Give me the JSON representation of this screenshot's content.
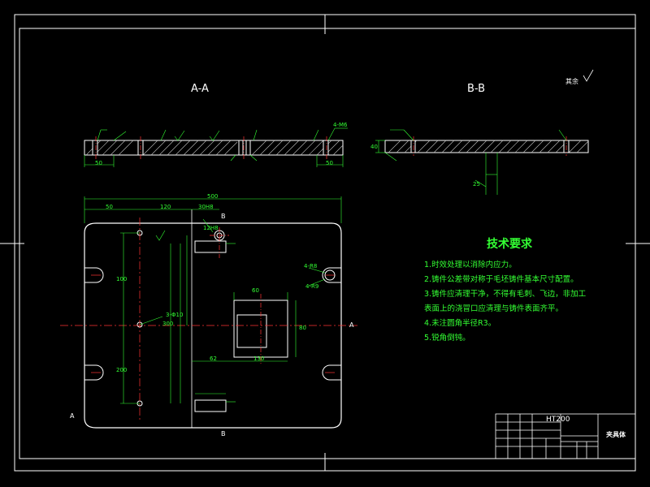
{
  "views": {
    "section_aa": "A-A",
    "section_bb": "B-B"
  },
  "roughness_note": "其余",
  "tech_requirements": {
    "title": "技术要求",
    "items": [
      "1.时效处理以消除内应力。",
      "2.铸件公差带对称于毛坯铸件基本尺寸配置。",
      "3.铸件应清理干净，不得有毛刺、飞边，非加工",
      "表面上的浇冒口应清理与铸件表面齐平。",
      "4.未注圆角半径R3。",
      "5.锐角倒钝。"
    ]
  },
  "title_block": {
    "material": "HT200",
    "part_name": "夹具体"
  },
  "dimensions": {
    "overall_width": "500",
    "d50_left": "50",
    "d120": "120",
    "d30h8": "30H8",
    "d60": "60",
    "d80": "80",
    "d62": "62",
    "d130": "130",
    "d100": "100",
    "d200": "200",
    "d300": "300",
    "d12h8": "12H8",
    "d3phi10": "3-Φ10",
    "d4r8": "4-R8",
    "d4r9": "4-R9",
    "d50_aa_left": "50",
    "d50_aa_right": "50",
    "d4m6": "4-M6",
    "d25": "25",
    "d40": "40"
  },
  "markers": {
    "A": "A",
    "B": "B"
  },
  "colors": {
    "background": "#000000",
    "frame": "#ffffff",
    "dimension": "#33ff33",
    "centerline": "#ff3333",
    "hatch": "#ffffff",
    "outline": "#ffffff"
  }
}
